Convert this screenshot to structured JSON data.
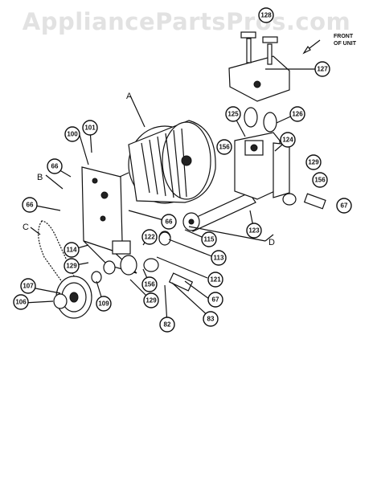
{
  "watermark": "AppliancePartsPros.com",
  "front_label": [
    "FRONT",
    "OF UNIT"
  ],
  "letters": [
    "A",
    "B",
    "C",
    "D"
  ],
  "callouts": [
    "128",
    "127",
    "125",
    "126",
    "156",
    "124",
    "129",
    "156",
    "67",
    "100",
    "101",
    "66",
    "66",
    "66",
    "122",
    "115",
    "113",
    "123",
    "114",
    "129",
    "121",
    "156",
    "67",
    "107",
    "106",
    "109",
    "129",
    "82",
    "83"
  ]
}
